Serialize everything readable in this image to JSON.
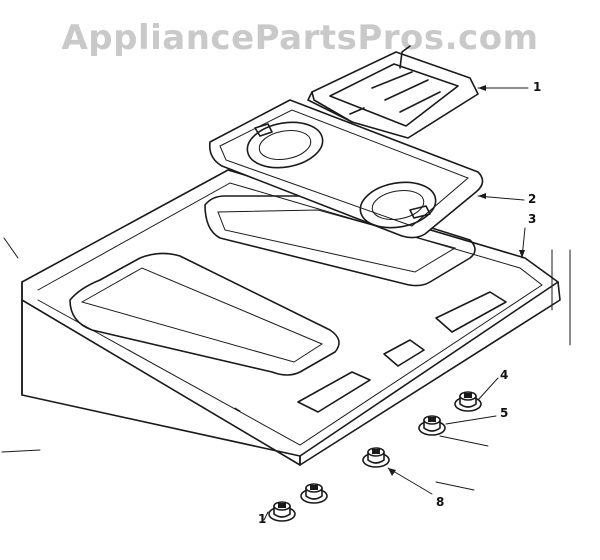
{
  "watermark": "AppliancePartsPros.com",
  "callouts": {
    "grate": "1",
    "burner_bowl": "2",
    "cooktop": "3",
    "knob_4": "4",
    "knob_5": "5",
    "knob_8": "8",
    "knob_1": "1"
  }
}
